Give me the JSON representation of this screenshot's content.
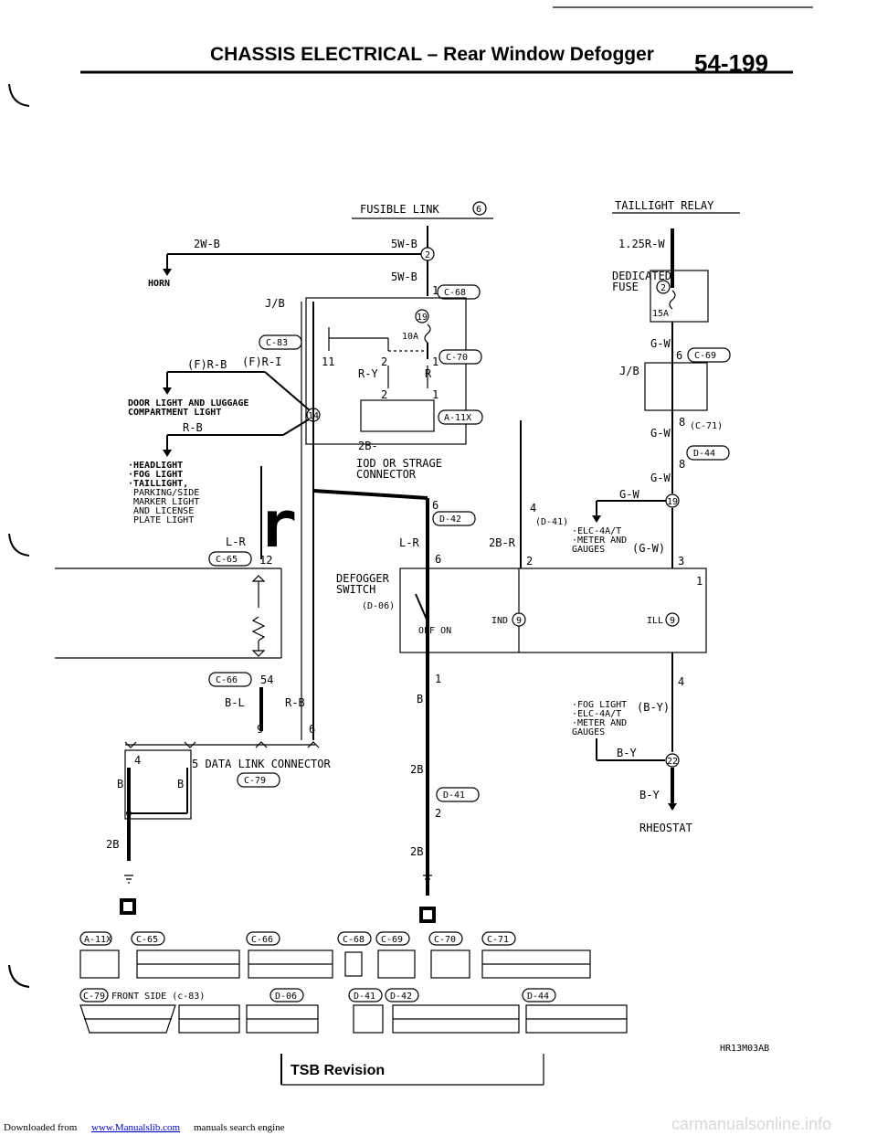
{
  "header": {
    "title": "CHASSIS ELECTRICAL – Rear Window Defogger",
    "page_number": "54-199"
  },
  "top_labels": {
    "fusible_link": "FUSIBLE LINK",
    "fusible_link_num": "6",
    "taillight_relay": "TAILLIGHT RELAY"
  },
  "wires": {
    "w5wb_1": "5W-B",
    "w5wb_2": "5W-B",
    "w2wb": "2W-B",
    "w125rw": "1.25R-W",
    "frb": "(F)R-B",
    "fri": "(F)R-I",
    "ry": "R-Y",
    "r": "R",
    "rb_1": "R-B",
    "rb_2": "R-B",
    "gw_1": "G-W",
    "gw_2": "G-W",
    "gw_3": "G-W",
    "gw_4": "G-W",
    "gw_paren": "(G-W)",
    "by_paren": "(B-Y)",
    "by_1": "B-Y",
    "by_2": "B-Y",
    "lr_1": "L-R",
    "lr_2": "L-R",
    "b2r": "2B-R",
    "bl": "B-L",
    "b_1": "B",
    "b_2": "B",
    "b_3": "B",
    "b2_1": "2B",
    "b2_2": "2B",
    "b2_3": "2B",
    "b2_4": "2B-"
  },
  "components": {
    "horn": "HORN",
    "jb_1": "J/B",
    "jb_2": "J/B",
    "dedicated_fuse": "DEDICATED FUSE",
    "fuse_10a": "10A",
    "fuse_15a": "15A",
    "door_light_1": "DOOR LIGHT AND LUGGAGE",
    "door_light_2": "COMPARTMENT LIGHT",
    "headlight_1": "·HEADLIGHT",
    "headlight_2": "·FOG LIGHT",
    "headlight_3": "·TAILLIGHT,",
    "headlight_4": "PARKING/SIDE",
    "headlight_5": "MARKER LIGHT",
    "headlight_6": "AND LICENSE",
    "headlight_7": "PLATE LIGHT",
    "iod_1": "IOD OR STRAGE",
    "iod_2": "CONNECTOR",
    "defogger_1": "DEFOGGER",
    "defogger_2": "SWITCH",
    "defogger_conn": "(D-06)",
    "off_on": "OFF  ON",
    "ind": "IND",
    "ill": "ILL",
    "elc_1": "·ELC-4A/T",
    "elc_2": "·METER AND",
    "elc_3": "GAUGES",
    "fog_1": "·FOG LIGHT",
    "fog_2": "·ELC-4A/T",
    "fog_3": "·METER AND",
    "fog_4": "GAUGES",
    "data_link": "5 DATA LINK CONNECTOR",
    "data_link_conn": "C-79",
    "rheostat": "RHEOSTAT"
  },
  "connector_tags": {
    "c68": "C-68",
    "c70": "C-70",
    "c83": "C-83",
    "a11x": "A-11X",
    "c69": "C-69",
    "c71": "(C-71)",
    "d44": "D-44",
    "d42": "D-42",
    "d41_paren": "(D-41)",
    "d41": "D-41",
    "c65": "C-65",
    "c66": "C-66"
  },
  "pins": {
    "p1a": "1",
    "p1b": "1",
    "p1c": "1",
    "p1d": "1",
    "p2a": "2",
    "p2b": "2",
    "p2c": "2",
    "p2d": "2",
    "p3": "3",
    "p4a": "4",
    "p4b": "4",
    "p4c": "4",
    "p5": "5",
    "p6a": "6",
    "p6b": "6",
    "p6c": "6",
    "p8a": "8",
    "p8b": "8",
    "p9": "9",
    "p11": "11",
    "p12": "12",
    "p54": "54",
    "c2": "2",
    "c19": "19",
    "c19b": "19",
    "c14": "14",
    "c22": "22",
    "c9a": "9",
    "c9b": "9",
    "c2b": "2"
  },
  "bottom": {
    "row1_labels": [
      "A-11X",
      "C-65",
      "C-66",
      "C-68",
      "C-69",
      "C-70",
      "C-71"
    ],
    "row2_labels": [
      "C-79",
      "D-06",
      "D-41",
      "D-42",
      "D-44"
    ],
    "front_side": "FRONT SIDE (c-83)",
    "diagram_code": "HR13M03AB",
    "tsb_revision": "TSB Revision"
  },
  "footer": {
    "prefix": "Downloaded from ",
    "link": "www.Manualslib.com",
    "suffix": " manuals search engine",
    "watermark": "carmanualsonline.info"
  }
}
